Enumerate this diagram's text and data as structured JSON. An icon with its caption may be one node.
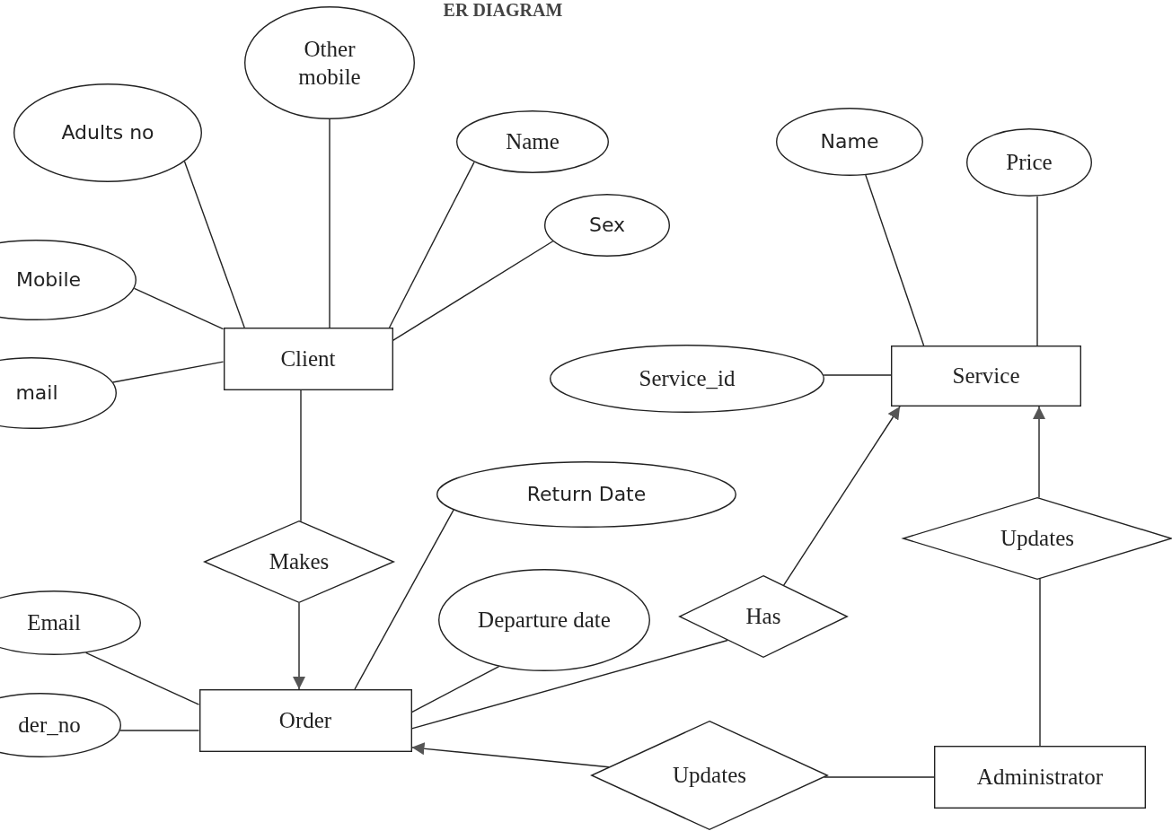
{
  "diagram": {
    "title": "ER DIAGRAM",
    "nodes": [
      {
        "text": [
          "Other mobile"
        ]
      },
      {
        "text": [
          "Adults no"
        ]
      },
      {
        "text": [
          "Name"
        ]
      },
      {
        "text": [
          "Sex"
        ]
      },
      {
        "text": [
          "Mobile"
        ]
      },
      {
        "text": [
          "Client"
        ]
      },
      {
        "text": [
          "mail"
        ]
      },
      {
        "text": [
          "Name"
        ]
      },
      {
        "text": [
          "Price"
        ]
      },
      {
        "text": [
          "Service_id"
        ]
      },
      {
        "text": [
          "Service"
        ]
      },
      {
        "text": [
          "Return Date"
        ]
      },
      {
        "text": [
          "Makes"
        ]
      },
      {
        "text": [
          "Updates"
        ]
      },
      {
        "text": [
          "Has"
        ]
      },
      {
        "text": [
          "Email"
        ]
      },
      {
        "text": [
          "Departure date"
        ]
      },
      {
        "text": [
          "Order"
        ]
      },
      {
        "text": [
          "der_no"
        ]
      },
      {
        "text": [
          "Updates"
        ]
      },
      {
        "text": [
          "Administrator"
        ]
      }
    ],
    "edges": [
      {
        "from": 0,
        "to": 5,
        "arrow": "none"
      },
      {
        "from": 1,
        "to": 5,
        "arrow": "none"
      },
      {
        "from": 2,
        "to": 5,
        "arrow": "none"
      },
      {
        "from": 3,
        "to": 5,
        "arrow": "none"
      },
      {
        "from": 4,
        "to": 5,
        "arrow": "none"
      },
      {
        "from": 6,
        "to": 5,
        "arrow": "none"
      },
      {
        "from": 5,
        "to": 12,
        "arrow": "none"
      },
      {
        "from": 12,
        "to": 17,
        "arrow": "to"
      },
      {
        "from": 11,
        "to": 17,
        "arrow": "none"
      },
      {
        "from": 16,
        "to": 17,
        "arrow": "none"
      },
      {
        "from": 15,
        "to": 17,
        "arrow": "none"
      },
      {
        "from": 18,
        "to": 17,
        "arrow": "none"
      },
      {
        "from": 17,
        "to": 14,
        "arrow": "none"
      },
      {
        "from": 14,
        "to": 10,
        "arrow": "to"
      },
      {
        "from": 7,
        "to": 10,
        "arrow": "none"
      },
      {
        "from": 8,
        "to": 10,
        "arrow": "none"
      },
      {
        "from": 9,
        "to": 10,
        "arrow": "none"
      },
      {
        "from": 13,
        "to": 10,
        "arrow": "to"
      },
      {
        "from": 20,
        "to": 13,
        "arrow": "none"
      },
      {
        "from": 20,
        "to": 19,
        "arrow": "none"
      },
      {
        "from": 19,
        "to": 17,
        "arrow": "to"
      }
    ]
  }
}
